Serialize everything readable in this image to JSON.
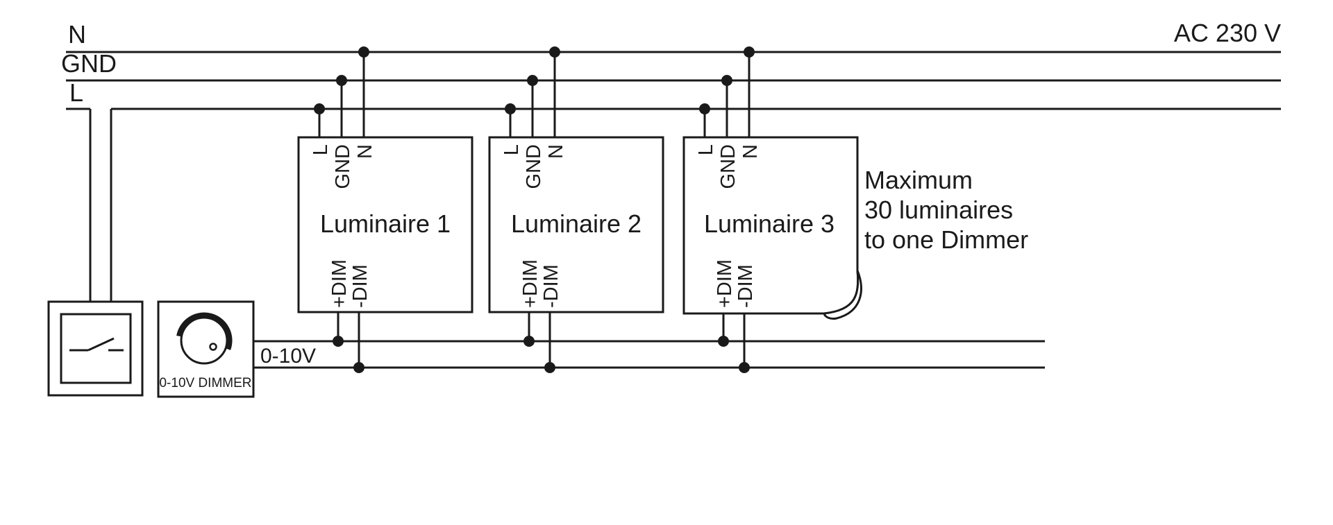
{
  "diagram": {
    "power_bus": {
      "n": "N",
      "gnd": "GND",
      "l": "L",
      "ac": "AC 230 V"
    },
    "signal": {
      "label": "0-10V"
    },
    "dimmer": {
      "label": "0-10V DIMMER"
    },
    "note": [
      "Maximum",
      "30 luminaires",
      "to one Dimmer"
    ],
    "luminaires": [
      {
        "name": "Luminaire 1",
        "top_terminals": [
          "L",
          "GND",
          "N"
        ],
        "bottom_terminals": [
          "+DIM",
          "-DIM"
        ]
      },
      {
        "name": "Luminaire 2",
        "top_terminals": [
          "L",
          "GND",
          "N"
        ],
        "bottom_terminals": [
          "+DIM",
          "-DIM"
        ]
      },
      {
        "name": "Luminaire 3",
        "top_terminals": [
          "L",
          "GND",
          "N"
        ],
        "bottom_terminals": [
          "+DIM",
          "-DIM"
        ]
      }
    ]
  }
}
